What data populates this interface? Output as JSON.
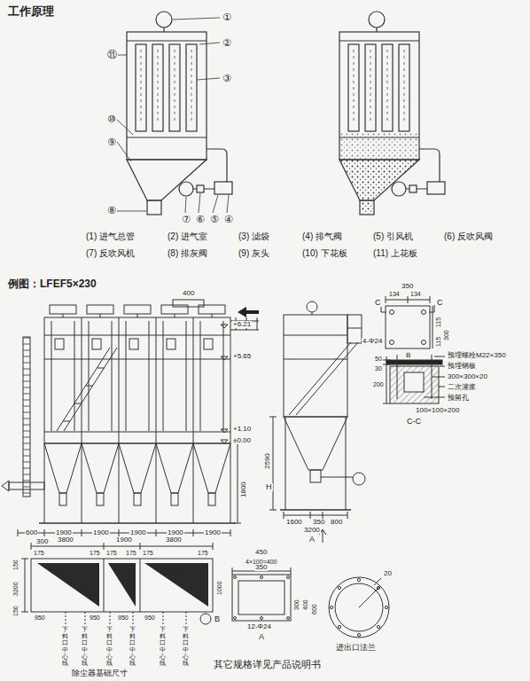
{
  "diagram": {
    "title": "工作原理",
    "caption": "其它规格详见产品说明书",
    "labels": [
      "①",
      "②",
      "③",
      "④",
      "⑤",
      "⑥",
      "⑦",
      "⑧",
      "⑨",
      "⑩",
      "⑪",
      "(1) 进气总管",
      "(2) 进气室",
      "(3) 滤袋",
      "(4) 排气阀",
      "(5) 引风机",
      "(6) 反吹风阀",
      "(7) 反吹风机",
      "(8) 排灰阀",
      "(9) 灰头",
      "(10) 下花板",
      "(11) 上花板",
      "例图：LFEF5×230",
      "400",
      "+6.21",
      "+5.65",
      "+1.10",
      "±0.00",
      "1800",
      "600",
      "300",
      "1900",
      "1900",
      "1900",
      "1900",
      "1900",
      "2590",
      "H",
      "1600",
      "350",
      "800",
      "3200",
      "A",
      "350",
      "134",
      "134",
      "C",
      "C",
      "115",
      "115",
      "300",
      "4-Φ24",
      "B",
      "预埋螺栓M22×350",
      "预埋钢板",
      "50",
      "30",
      "300×300×20",
      "二次灌浆",
      "200",
      "预留孔",
      "100×100×200",
      "C-C",
      "3800",
      "1900",
      "3800",
      "175",
      "175",
      "175",
      "175",
      "175",
      "175",
      "150",
      "3200",
      "150",
      "1000",
      "950",
      "950",
      "950",
      "950",
      "下料口中心线",
      "下料口中心线",
      "下料口中心线",
      "下料口中心线",
      "下料口中心线",
      "下料口中心线",
      "除尘器基础尺寸",
      "B",
      "450",
      "4×100=400",
      "350",
      "300",
      "400",
      "600",
      "12-Φ24",
      "A",
      "20",
      "进出口法兰"
    ]
  }
}
